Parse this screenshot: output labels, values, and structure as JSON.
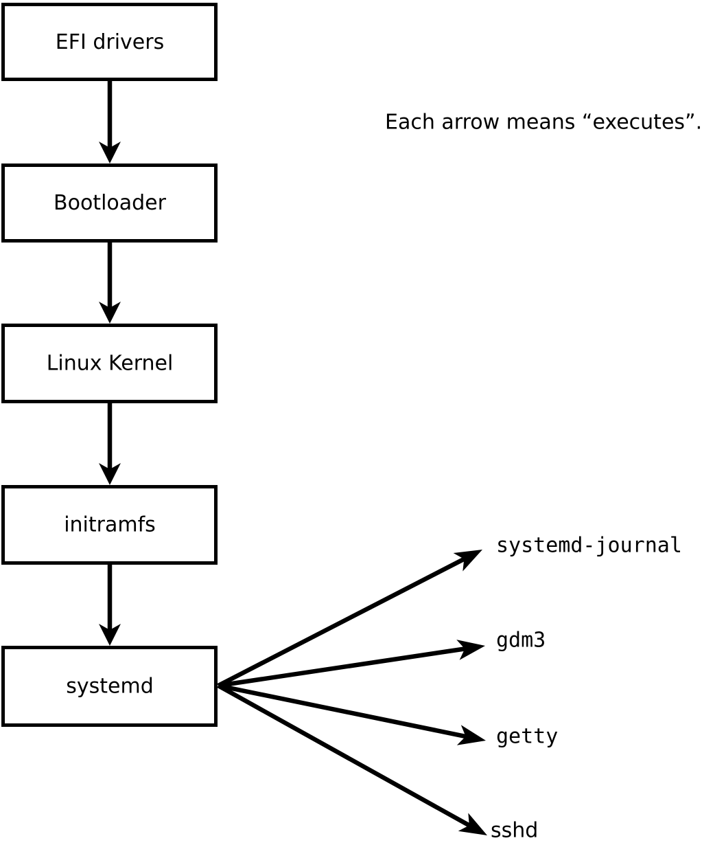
{
  "note": "Each arrow means “executes”.",
  "diagram": {
    "arrow_meaning": "executes",
    "chain": [
      {
        "label": "EFI drivers"
      },
      {
        "label": "Bootloader"
      },
      {
        "label": "Linux Kernel"
      },
      {
        "label": "initramfs"
      },
      {
        "label": "systemd"
      }
    ],
    "spawned": [
      {
        "label": "systemd-journal"
      },
      {
        "label": "gdm3"
      },
      {
        "label": "getty"
      },
      {
        "label": "sshd"
      }
    ]
  },
  "colors": {
    "ink": "#000000",
    "background": "#ffffff"
  }
}
